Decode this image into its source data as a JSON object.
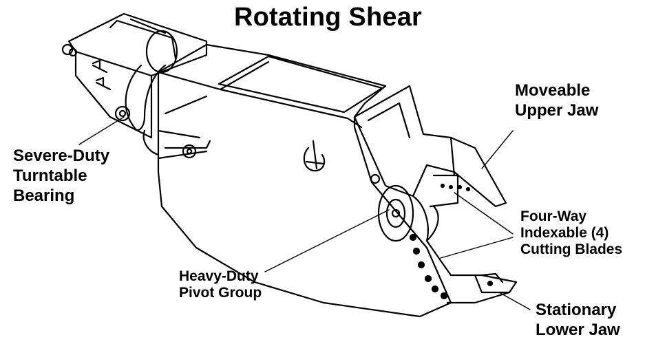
{
  "title": "Rotating Shear",
  "labels": {
    "moveable_upper_jaw": [
      "Moveable",
      "Upper Jaw"
    ],
    "severe_duty_bearing": [
      "Severe-Duty",
      "Turntable",
      "Bearing"
    ],
    "four_way_blades": [
      "Four-Way",
      "Indexable (4)",
      "Cutting Blades"
    ],
    "heavy_duty_pivot": [
      "Heavy-Duty",
      "Pivot Group"
    ],
    "stationary_lower_jaw": [
      "Stationary",
      "Lower Jaw"
    ]
  },
  "colors": {
    "ink": "#000000",
    "paper": "#ffffff"
  }
}
